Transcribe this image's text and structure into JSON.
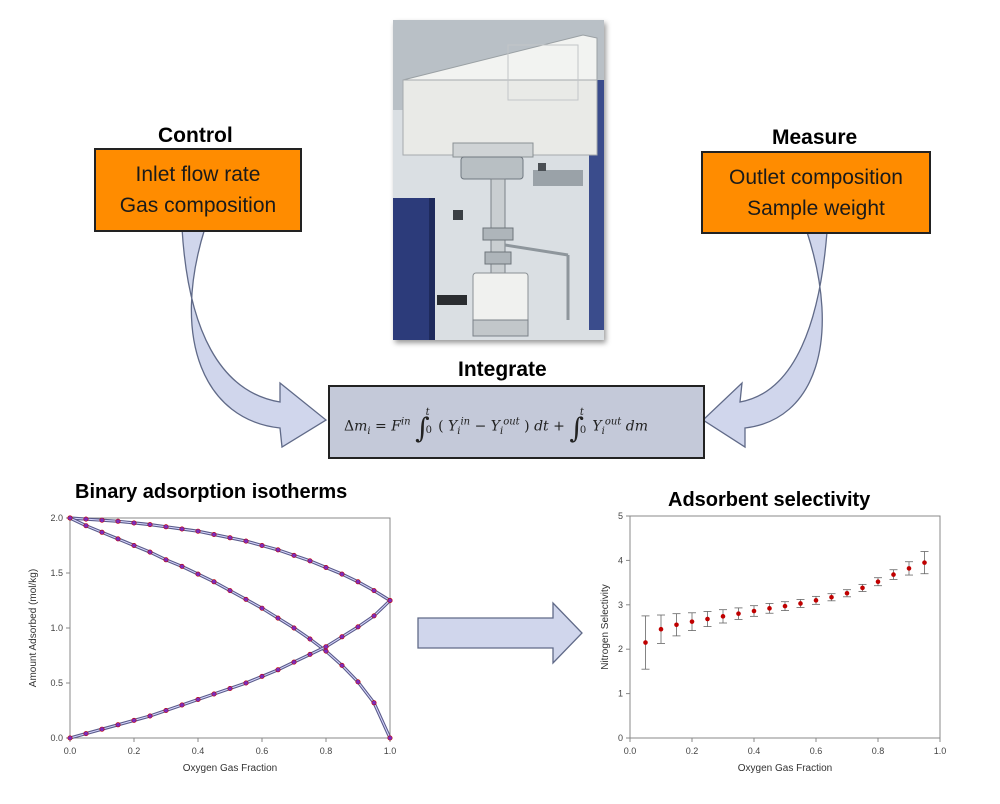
{
  "control": {
    "title": "Control",
    "items": [
      "Inlet flow rate",
      "Gas composition"
    ]
  },
  "measure": {
    "title": "Measure",
    "items": [
      "Outlet composition",
      "Sample weight"
    ]
  },
  "integrate": {
    "title": "Integrate"
  },
  "colors": {
    "box_orange": "#ff8c00",
    "eq_box": "#c4c9d9",
    "arrow_fill": "#d0d6ec",
    "arrow_stroke": "#606a88",
    "series_purple": "#7b2cbf",
    "point_red": "#c00000"
  },
  "chart_data": [
    {
      "type": "line",
      "title": "Binary adsorption isotherms",
      "xlabel": "Oxygen Gas Fraction",
      "ylabel": "Amount Adsorbed (mol/kg)",
      "xlim": [
        0,
        1.0
      ],
      "ylim": [
        0,
        2.0
      ],
      "xticks": [
        "0.0",
        "0.2",
        "0.4",
        "0.6",
        "0.8",
        "1.0"
      ],
      "yticks": [
        "0.0",
        "0.5",
        "1.0",
        "1.5",
        "2.0"
      ],
      "x": [
        0,
        0.05,
        0.1,
        0.15,
        0.2,
        0.25,
        0.3,
        0.35,
        0.4,
        0.45,
        0.5,
        0.55,
        0.6,
        0.65,
        0.7,
        0.75,
        0.8,
        0.85,
        0.9,
        0.95,
        1.0
      ],
      "series": [
        {
          "values": [
            2.0,
            1.99,
            1.98,
            1.97,
            1.955,
            1.94,
            1.92,
            1.9,
            1.88,
            1.85,
            1.82,
            1.79,
            1.75,
            1.71,
            1.66,
            1.61,
            1.55,
            1.49,
            1.42,
            1.34,
            1.25
          ]
        },
        {
          "values": [
            2.0,
            1.93,
            1.87,
            1.81,
            1.75,
            1.69,
            1.62,
            1.56,
            1.49,
            1.42,
            1.34,
            1.26,
            1.18,
            1.09,
            1.0,
            0.9,
            0.79,
            0.66,
            0.51,
            0.32,
            0.0
          ]
        },
        {
          "values": [
            0.0,
            0.04,
            0.08,
            0.12,
            0.16,
            0.2,
            0.25,
            0.3,
            0.35,
            0.4,
            0.45,
            0.5,
            0.56,
            0.62,
            0.69,
            0.76,
            0.83,
            0.92,
            1.01,
            1.11,
            1.25
          ]
        }
      ]
    },
    {
      "type": "scatter",
      "title": "Adsorbent selectivity",
      "xlabel": "Oxygen Gas Fraction",
      "ylabel": "Nitrogen Selectivity",
      "xlim": [
        0,
        1.0
      ],
      "ylim": [
        0,
        5
      ],
      "xticks": [
        "0.0",
        "0.2",
        "0.4",
        "0.6",
        "0.8",
        "1.0"
      ],
      "yticks": [
        "0",
        "1",
        "2",
        "3",
        "4",
        "5"
      ],
      "x": [
        0.05,
        0.1,
        0.15,
        0.2,
        0.25,
        0.3,
        0.35,
        0.4,
        0.45,
        0.5,
        0.55,
        0.6,
        0.65,
        0.7,
        0.75,
        0.8,
        0.85,
        0.9,
        0.95
      ],
      "y": [
        2.15,
        2.45,
        2.55,
        2.62,
        2.68,
        2.74,
        2.8,
        2.86,
        2.92,
        2.97,
        3.03,
        3.1,
        3.17,
        3.26,
        3.38,
        3.52,
        3.68,
        3.82,
        3.95
      ],
      "err": [
        0.6,
        0.32,
        0.25,
        0.2,
        0.17,
        0.15,
        0.13,
        0.12,
        0.11,
        0.1,
        0.09,
        0.09,
        0.08,
        0.08,
        0.08,
        0.09,
        0.11,
        0.15,
        0.25
      ]
    }
  ]
}
